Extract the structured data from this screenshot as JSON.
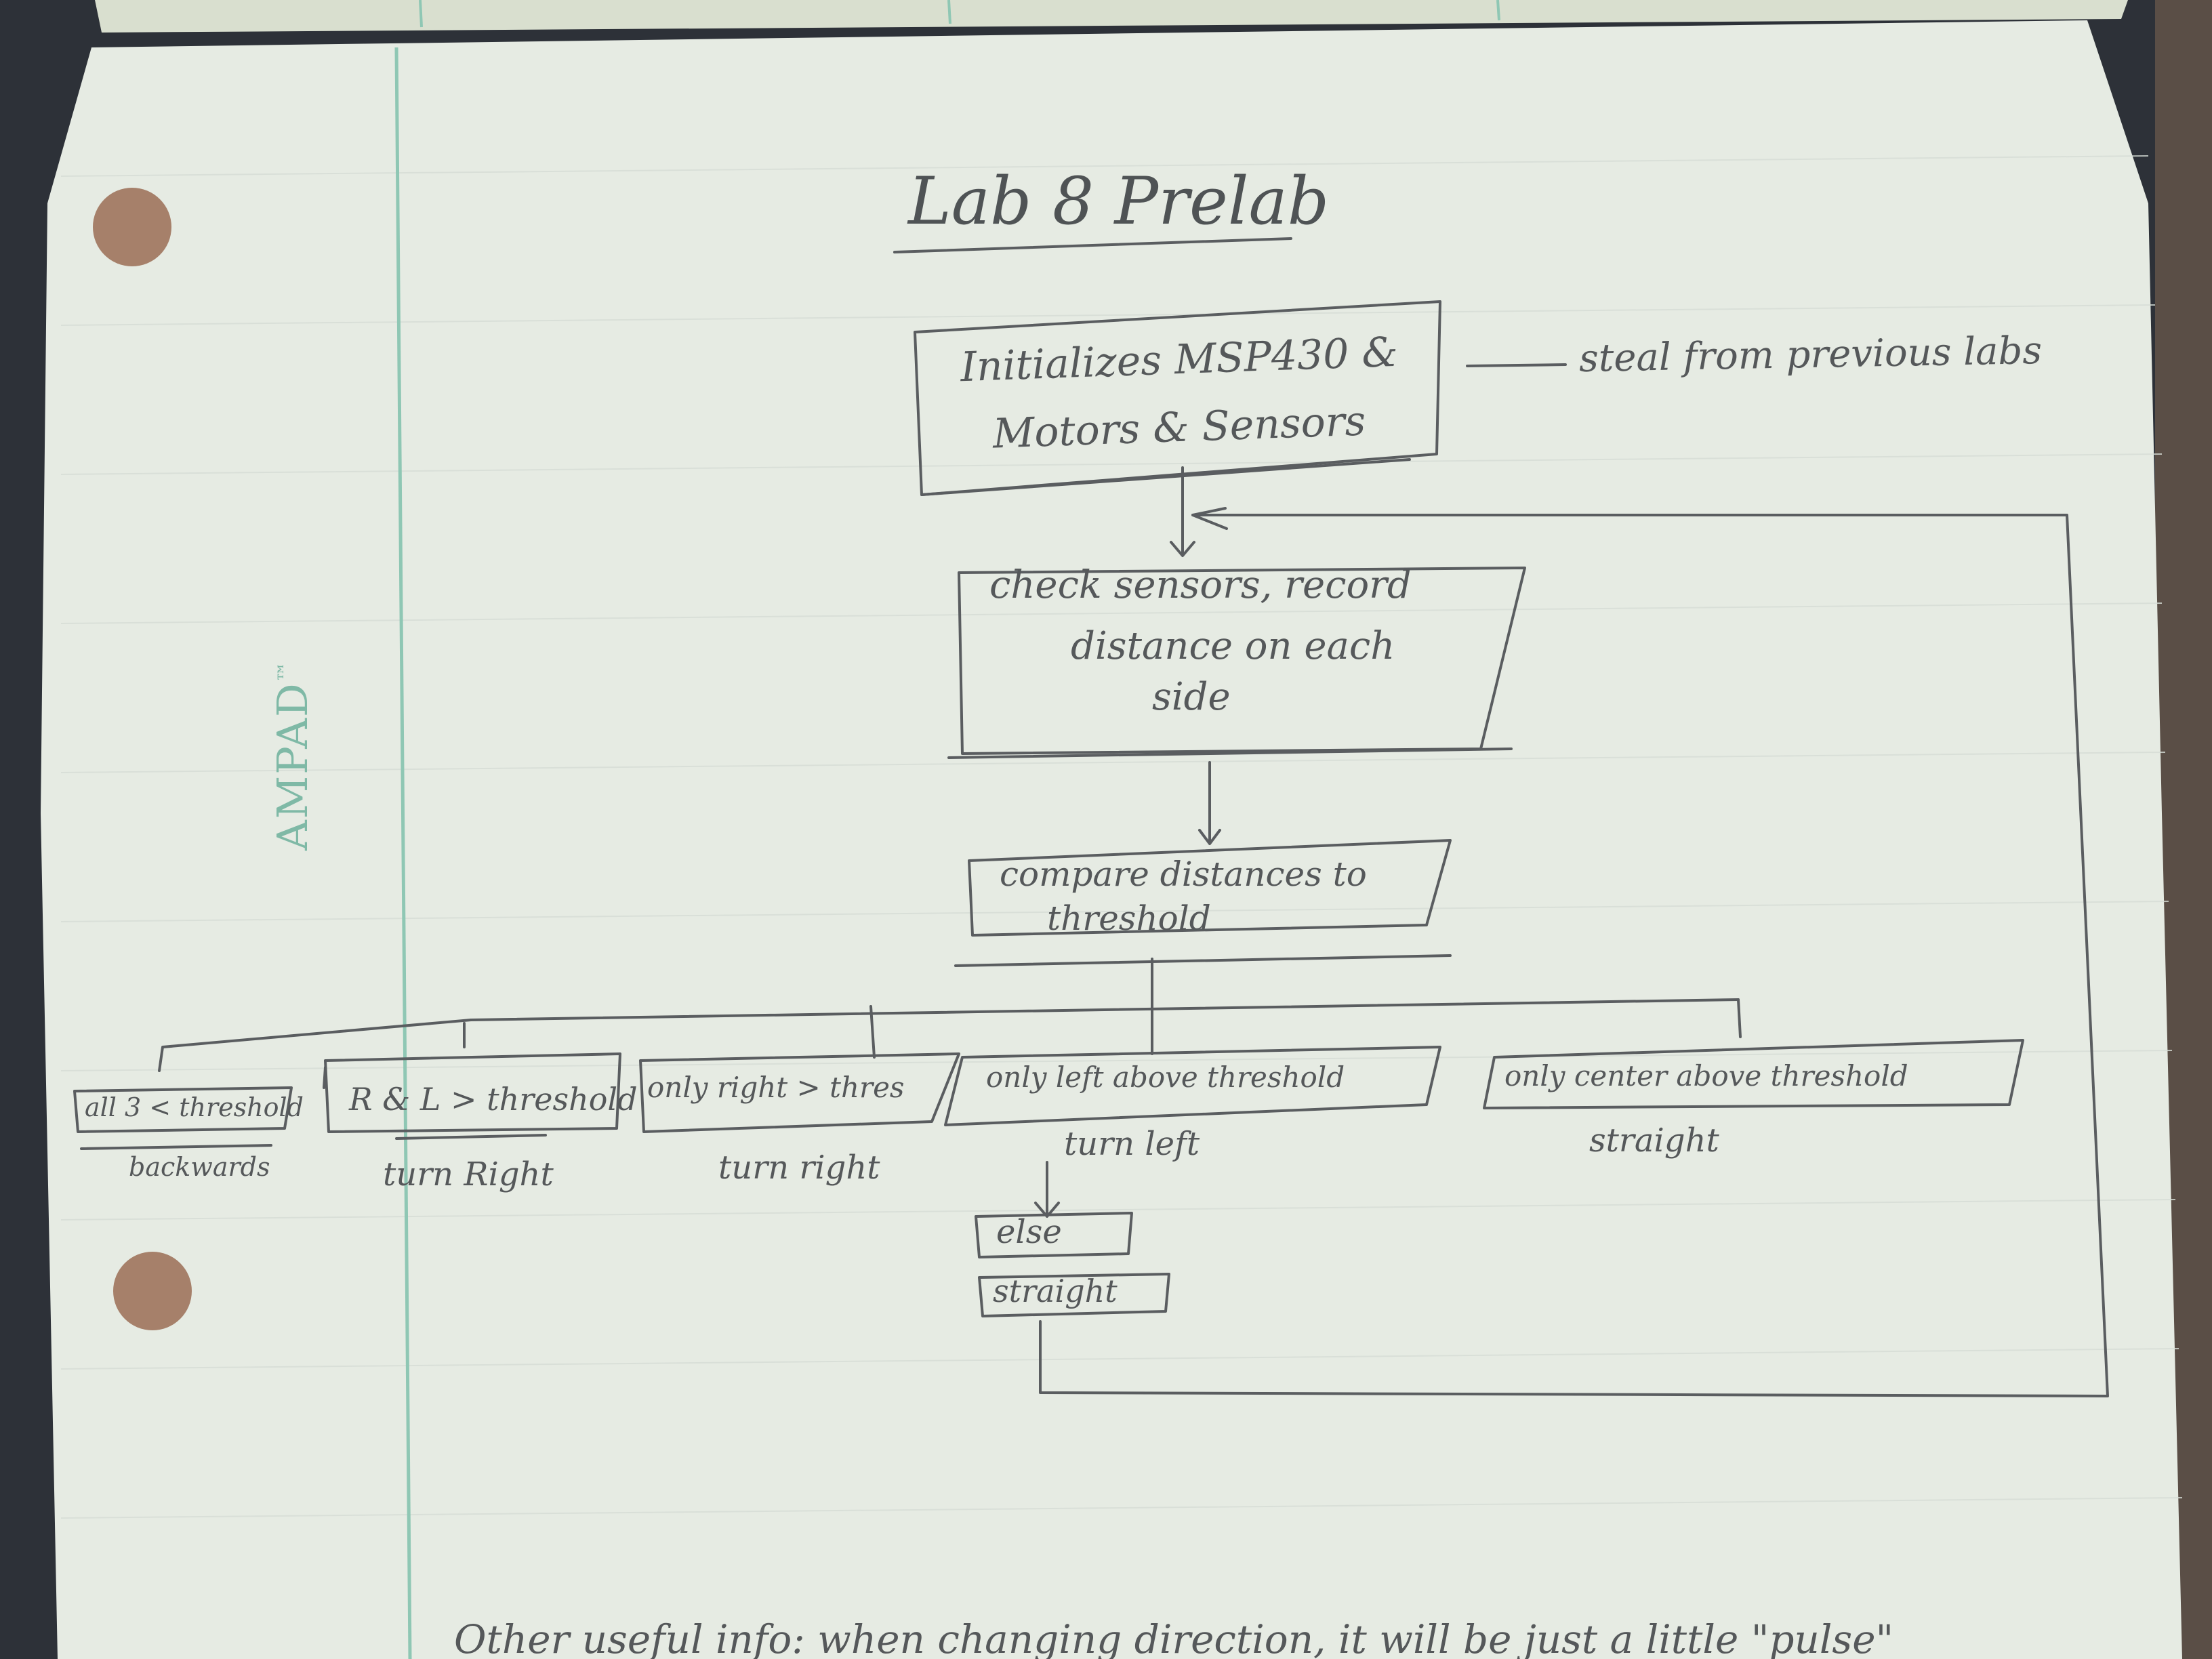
{
  "page": {
    "brand": "AMPAD",
    "brand_mark": "™",
    "title": "Lab 8 Prelab",
    "footer_note": "Other useful info: when changing direction, it will be just a little \"pulse\""
  },
  "flowchart": {
    "init_box": {
      "line1": "Initializes MSP430 &",
      "line2": "Motors & Sensors"
    },
    "init_note": "steal from previous labs",
    "check_box": {
      "line1": "check sensors, record",
      "line2": "distance on each",
      "line3": "side"
    },
    "compare_box": {
      "line1": "compare distances to",
      "line2": "threshold"
    },
    "branches": [
      {
        "condition": "all 3 < threshold",
        "action": "backwards"
      },
      {
        "condition": "R & L > threshold",
        "action": "turn Right"
      },
      {
        "condition": "only right > thres",
        "action": "turn right"
      },
      {
        "condition": "only left above threshold",
        "action": "turn left"
      },
      {
        "condition": "only center above threshold",
        "action": "straight"
      }
    ],
    "else_box": "else",
    "else_action": "straight"
  },
  "colors": {
    "paper": "#e8ede6",
    "pencil": "#55585a",
    "margin_line": "#8fc7b4",
    "background": "#2d3138"
  }
}
